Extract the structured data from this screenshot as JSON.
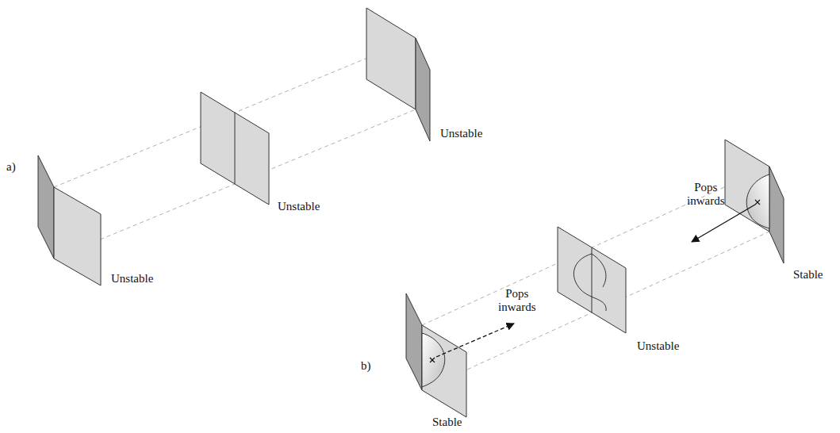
{
  "diagram": {
    "labels": [
      "Unstable",
      "a)",
      "Pops inwards",
      "Unstable",
      "Stable",
      "Unstable",
      "Pops inwards",
      "Unstable",
      "b)",
      "Stable"
    ]
  }
}
